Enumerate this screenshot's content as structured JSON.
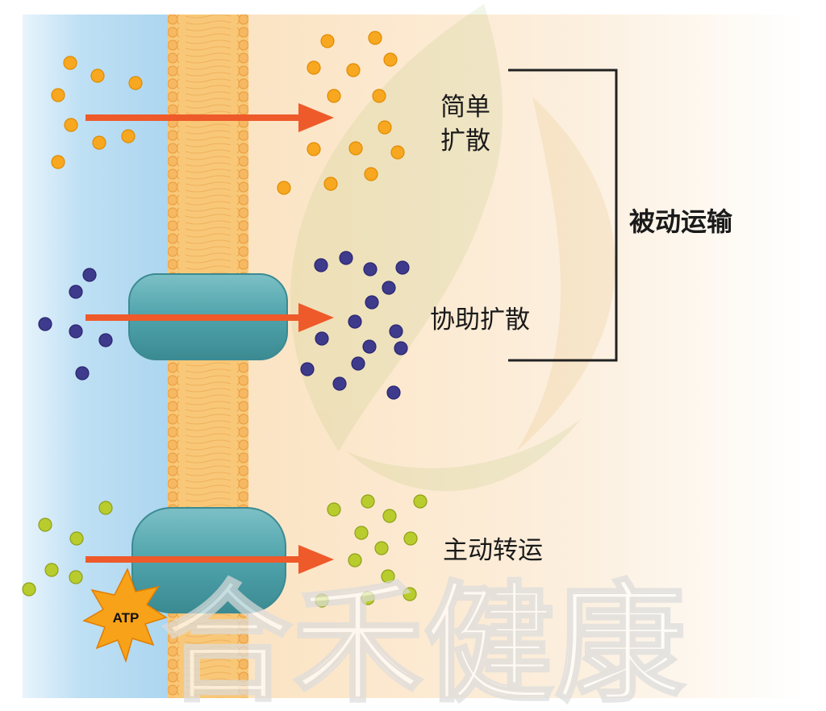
{
  "labels": {
    "simple_diffusion": "简单\n扩散",
    "facilitated_diffusion": "协助扩散",
    "active_transport": "主动转运",
    "passive_transport": "被动运输",
    "atp": "ATP",
    "watermark": "合禾健康"
  },
  "colors": {
    "outside_blue": "#c7e3f5",
    "inside_beige": "#fbecd6",
    "membrane": "#f8c878",
    "membrane_outline": "#eaa247",
    "protein": "#4fa3ab",
    "arrow": "#ee5a2a",
    "orange_particle": "#f8a820",
    "purple_particle": "#3e3a8c",
    "green_particle": "#b9cc2e",
    "atp_star": "#f8a219",
    "bracket": "#222222"
  }
}
